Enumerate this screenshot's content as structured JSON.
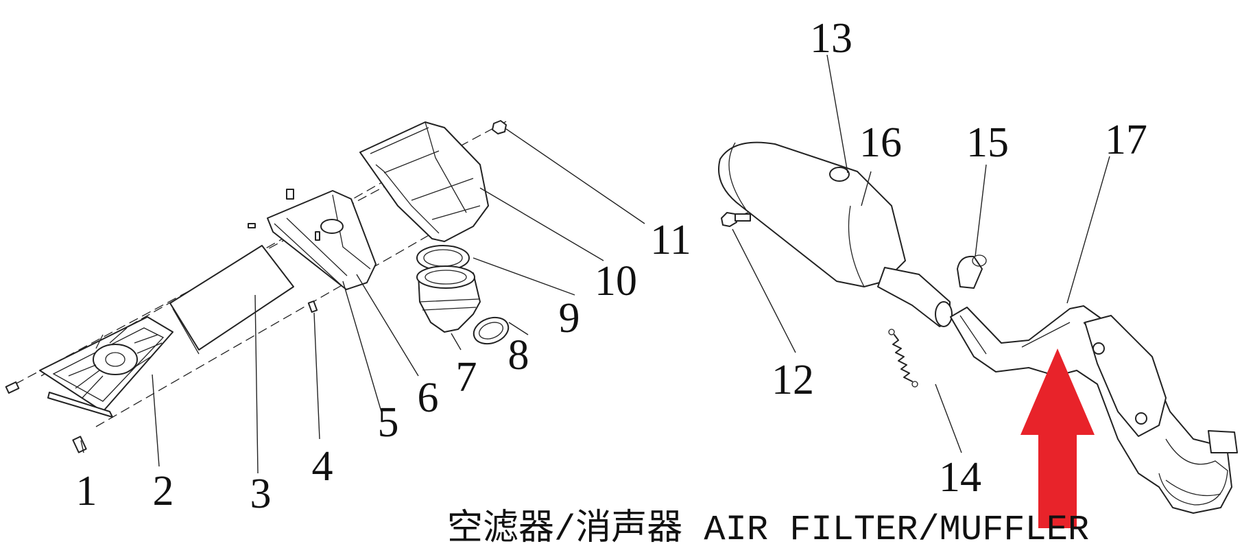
{
  "title": "空滤器/消声器 AIR FILTER/MUFFLER",
  "callouts": [
    "1",
    "2",
    "3",
    "4",
    "5",
    "6",
    "7",
    "8",
    "9",
    "10",
    "11",
    "12",
    "13",
    "14",
    "15",
    "16",
    "17"
  ],
  "highlight": {
    "color": "#e8232a",
    "icon": "up-arrow-icon"
  }
}
